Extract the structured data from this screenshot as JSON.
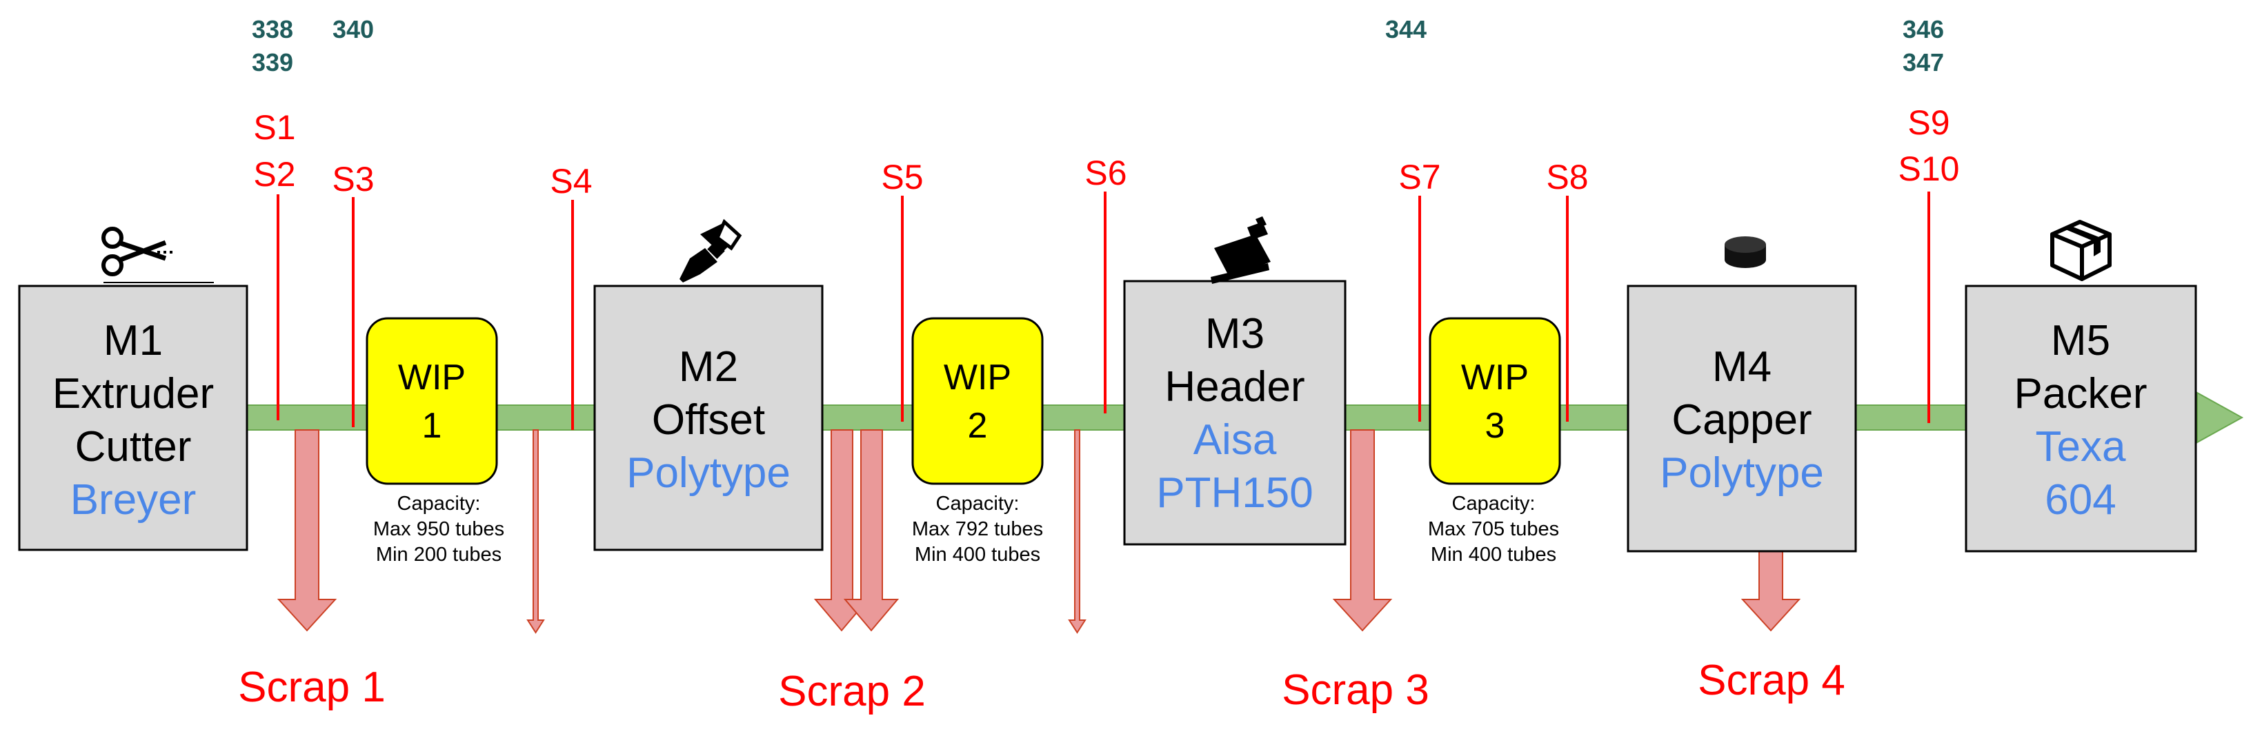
{
  "tag_numbers": {
    "t338": "338",
    "t339": "339",
    "t340": "340",
    "t344": "344",
    "t346": "346",
    "t347": "347"
  },
  "sensors": {
    "s1": "S1",
    "s2": "S2",
    "s3": "S3",
    "s4": "S4",
    "s5": "S5",
    "s6": "S6",
    "s7": "S7",
    "s8": "S8",
    "s9": "S9",
    "s10": "S10"
  },
  "machines": {
    "m1": {
      "line1": "M1",
      "line2": "Extruder",
      "line3": "Cutter",
      "vendor": "Breyer",
      "icon": "scissors-icon"
    },
    "m2": {
      "line1": "M2",
      "line2": "Offset",
      "vendor": "Polytype",
      "icon": "paintbrush-icon"
    },
    "m3": {
      "line1": "M3",
      "line2": "Header",
      "vendor1": "Aisa",
      "vendor2": "PTH150",
      "icon": "spray-head-icon"
    },
    "m4": {
      "line1": "M4",
      "line2": "Capper",
      "vendor": "Polytype",
      "icon": "cap-icon"
    },
    "m5": {
      "line1": "M5",
      "line2": "Packer",
      "vendor1": "Texa",
      "vendor2": "604",
      "icon": "box-icon"
    }
  },
  "wip": {
    "w1": {
      "line1": "WIP",
      "line2": "1",
      "cap_label": "Capacity:",
      "max": "Max 950 tubes",
      "min": "Min 200 tubes"
    },
    "w2": {
      "line1": "WIP",
      "line2": "2",
      "cap_label": "Capacity:",
      "max": "Max 792 tubes",
      "min": "Min 400 tubes"
    },
    "w3": {
      "line1": "WIP",
      "line2": "3",
      "cap_label": "Capacity:",
      "max": "Max 705 tubes",
      "min": "Min 400 tubes"
    }
  },
  "scraps": {
    "sc1": "Scrap 1",
    "sc2": "Scrap 2",
    "sc3": "Scrap 3",
    "sc4": "Scrap 4"
  },
  "colors": {
    "conveyor": "#93c47d",
    "machine_fill": "#d9d9d9",
    "wip_fill": "#ffff00",
    "sensor": "#ff0000",
    "scrap_arrow": "#ea9999",
    "vendor_text": "#4a86e8",
    "tag_text": "#1f5c5c"
  }
}
